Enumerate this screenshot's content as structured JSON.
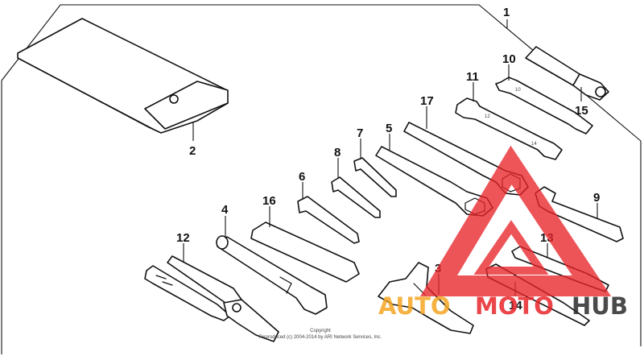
{
  "callouts": [
    {
      "id": "1",
      "label": "1"
    },
    {
      "id": "2",
      "label": "2"
    },
    {
      "id": "3",
      "label": "3"
    },
    {
      "id": "4",
      "label": "4"
    },
    {
      "id": "5",
      "label": "5"
    },
    {
      "id": "6",
      "label": "6"
    },
    {
      "id": "7",
      "label": "7"
    },
    {
      "id": "8",
      "label": "8"
    },
    {
      "id": "9",
      "label": "9"
    },
    {
      "id": "10",
      "label": "10"
    },
    {
      "id": "11",
      "label": "11"
    },
    {
      "id": "12",
      "label": "12"
    },
    {
      "id": "13",
      "label": "13"
    },
    {
      "id": "14",
      "label": "14"
    },
    {
      "id": "15",
      "label": "15"
    },
    {
      "id": "16",
      "label": "16"
    },
    {
      "id": "17",
      "label": "17"
    }
  ],
  "copyright": {
    "line1": "Copyright",
    "line2": "Reproduced (c) 2004-2014 by ARI Network Services, Inc."
  },
  "watermark": {
    "part1": "AUTO",
    "part2": "MOTO",
    "part3": "HUB",
    "color_red": "#e8252a",
    "color_orange": "#f5a623",
    "color_dark": "#2b2b2b"
  }
}
